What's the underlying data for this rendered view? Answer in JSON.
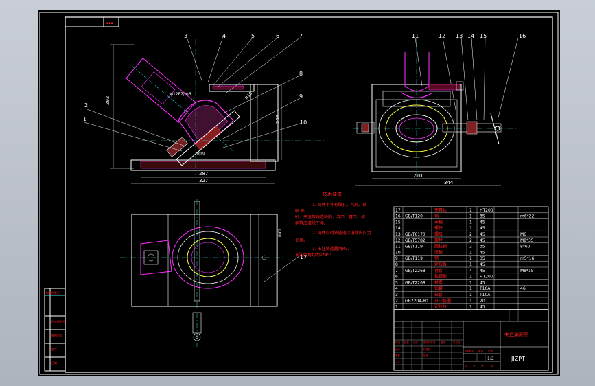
{
  "drawing": {
    "part_numbers": [
      "1",
      "2",
      "3",
      "4",
      "5",
      "6",
      "7",
      "8",
      "9",
      "10",
      "11",
      "12",
      "13",
      "14",
      "15",
      "16",
      "17"
    ],
    "front_view": {
      "height_dim": "292",
      "fit_label": "φ12F7/m6",
      "radius_label": "R19",
      "radius_label_2": "R10",
      "width_dim_inner": "287",
      "width_dim_outer": "327",
      "height_dim_right": "205"
    },
    "side_view": {
      "width_dim_inner": "210",
      "width_dim_outer": "344"
    },
    "plan_view": {
      "dim_label": "mm"
    },
    "notes": {
      "title": "技术要求",
      "lines": [
        "1. 铸件不许有缩孔、气孔、砂",
        "眼 夹",
        "砂、夹渣等铸造缺陷，浇口、冒口、结",
        "疤等应清除干净。",
        "2. 铸件应时效处理以消除内应力",
        "处理。",
        "3. 未注铸造圆角R3,",
        "未注倒角均为2*45°"
      ]
    },
    "bom": [
      {
        "no": "17",
        "code": "",
        "name": "夹具体",
        "qty": "1",
        "mat": "HT200",
        "note": ""
      },
      {
        "no": "16",
        "code": "GB/T120",
        "name": "销",
        "qty": "1",
        "mat": "35",
        "note": "m6*22"
      },
      {
        "no": "15",
        "code": "",
        "name": "手柄",
        "qty": "1",
        "mat": "45",
        "note": ""
      },
      {
        "no": "14",
        "code": "",
        "name": "螺杆",
        "qty": "1",
        "mat": "45",
        "note": ""
      },
      {
        "no": "13",
        "code": "GB/T6170",
        "name": "螺母",
        "qty": "2",
        "mat": "45",
        "note": "M6"
      },
      {
        "no": "12",
        "code": "GB/T5782",
        "name": "螺栓",
        "qty": "2",
        "mat": "45",
        "note": "M8*35"
      },
      {
        "no": "11",
        "code": "GB/T119",
        "name": "圆柱销",
        "qty": "2",
        "mat": "35",
        "note": "8*60"
      },
      {
        "no": "10",
        "code": "",
        "name": "压板",
        "qty": "1",
        "mat": "45",
        "note": ""
      },
      {
        "no": "9",
        "code": "GB/T119",
        "name": "销",
        "qty": "1",
        "mat": "35",
        "note": "m5*16"
      },
      {
        "no": "8",
        "code": "",
        "name": "定位板",
        "qty": "1",
        "mat": "45",
        "note": ""
      },
      {
        "no": "7",
        "code": "GB/T2268",
        "name": "衬套",
        "qty": "4",
        "mat": "45",
        "note": "M8*15"
      },
      {
        "no": "6",
        "code": "",
        "name": "钻模板",
        "qty": "1",
        "mat": "HT200",
        "note": ""
      },
      {
        "no": "5",
        "code": "GB/T2268",
        "name": "衬套",
        "qty": "1",
        "mat": "45",
        "note": ""
      },
      {
        "no": "4",
        "code": "",
        "name": "钻套",
        "qty": "1",
        "mat": "T10A",
        "note": "46"
      },
      {
        "no": "3",
        "code": "",
        "name": "钻套",
        "qty": "1",
        "mat": "T10A",
        "note": ""
      },
      {
        "no": "2",
        "code": "GB2204-80",
        "name": "开口垫圈",
        "qty": "1",
        "mat": "20",
        "note": ""
      },
      {
        "no": "1",
        "code": "",
        "name": "定位块",
        "qty": "1",
        "mat": "45",
        "note": ""
      }
    ],
    "title_block": {
      "drawing_title": "夹具装配图",
      "scale": "1:2",
      "sheet_code": "JJZPT",
      "small_labels": [
        "标记",
        "处数",
        "分区",
        "更改文件号",
        "签名",
        "年月日",
        "设计",
        "审核",
        "工艺",
        "标准化",
        "批准",
        "阶段标记",
        "重量",
        "比例",
        "共",
        "张",
        "第",
        "张"
      ]
    },
    "side_strip_labels": [
      "借用件登记",
      "旧底图总号",
      "底图总号",
      "签字",
      "日期"
    ]
  },
  "colors": {
    "background": "#000000",
    "frame": "#ffffff",
    "text_red": "#ff2020",
    "magenta": "#ff30ff",
    "cyan": "#30e0e0",
    "green": "#30ff30",
    "yellow": "#ffff40",
    "window_bg": "#b8bec8"
  }
}
